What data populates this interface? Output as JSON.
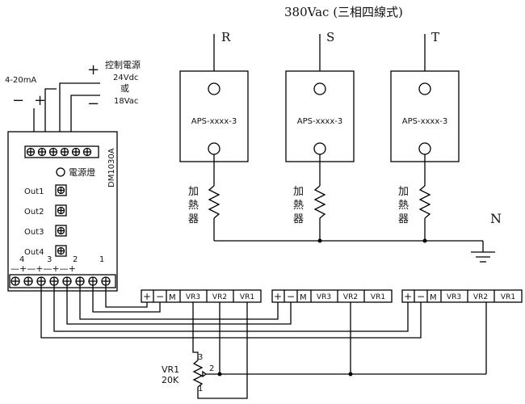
{
  "title": "380Vac (三相四線式)",
  "phases": [
    {
      "label": "R",
      "ssr_model": "APS-xxxx-3",
      "heater_label": [
        "加",
        "熱",
        "器"
      ]
    },
    {
      "label": "S",
      "ssr_model": "APS-xxxx-3",
      "heater_label": [
        "加",
        "熱",
        "器"
      ]
    },
    {
      "label": "T",
      "ssr_model": "APS-xxxx-3",
      "heater_label": [
        "加",
        "熱",
        "器"
      ]
    }
  ],
  "neutral_label": "N",
  "input_signal": {
    "label": "4-20mA",
    "minus": "−",
    "plus": "+"
  },
  "control_power": {
    "title": "控制電源",
    "line1": "24Vdc",
    "line2": "或",
    "line3": "18Vac",
    "plus": "+",
    "minus": "−"
  },
  "controller": {
    "model": "DM1030A",
    "power_lamp": "電源燈",
    "outputs": [
      "Out1",
      "Out2",
      "Out3",
      "Out4"
    ],
    "bottom_numbers": [
      "4",
      "3",
      "2",
      "1"
    ]
  },
  "modules": [
    {
      "m": "M",
      "vr3": "VR3",
      "vr2": "VR2",
      "vr1": "VR1"
    },
    {
      "m": "M",
      "vr3": "VR3",
      "vr2": "VR2",
      "vr1": "VR1"
    },
    {
      "m": "M",
      "vr3": "VR3",
      "vr2": "VR2",
      "vr1": "VR1"
    }
  ],
  "potentiometer": {
    "name": "VR1",
    "value": "20K",
    "pin1": "1",
    "pin2": "2",
    "pin3": "3"
  }
}
